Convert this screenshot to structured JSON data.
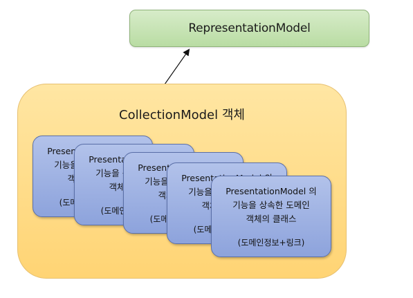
{
  "representation_model": {
    "label": "RepresentationModel"
  },
  "collection_model": {
    "label": "CollectionModel 객체"
  },
  "card": {
    "line1": "PresentationModel 의",
    "line2": "기능을 상속한 도메인",
    "line3": "객체의 클래스",
    "line4": "(도메인정보+링크)"
  },
  "colors": {
    "representation_fill": "#c6e3b3",
    "collection_fill": "#ffdc88",
    "card_fill": "#9fb3e3"
  }
}
